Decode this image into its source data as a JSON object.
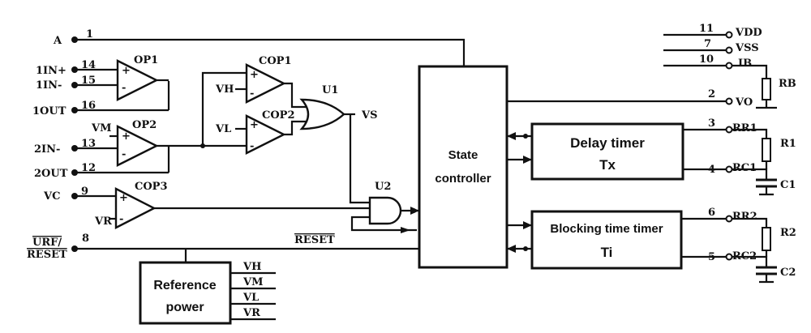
{
  "pins": {
    "a": {
      "label": "A",
      "num": "1"
    },
    "in1p": {
      "label": "1IN+",
      "num": "14"
    },
    "in1n": {
      "label": "1IN-",
      "num": "15"
    },
    "out1": {
      "label": "1OUT",
      "num": "16"
    },
    "in2n": {
      "label": "2IN-",
      "num": "13"
    },
    "out2": {
      "label": "2OUT",
      "num": "12"
    },
    "vc": {
      "label": "VC",
      "num": "9"
    },
    "urf": {
      "label_top": "URF/",
      "label_bottom": "RESET",
      "num": "8"
    },
    "vdd": {
      "label": "VDD",
      "num": "11"
    },
    "vss": {
      "label": "VSS",
      "num": "7"
    },
    "ib": {
      "label": "IB",
      "num": "10"
    },
    "vo": {
      "label": "VO",
      "num": "2"
    },
    "rr1": {
      "label": "RR1",
      "num": "3"
    },
    "rc1": {
      "label": "RC1",
      "num": "4"
    },
    "rr2": {
      "label": "RR2",
      "num": "6"
    },
    "rc2": {
      "label": "RC2",
      "num": "5"
    }
  },
  "amps": {
    "op1": "OP1",
    "op2": "OP2",
    "cop1": "COP1",
    "cop2": "COP2",
    "cop3": "COP3"
  },
  "signals": {
    "vm": "VM",
    "vh": "VH",
    "vl": "VL",
    "vr": "VR",
    "vs": "VS",
    "reset": "RESET"
  },
  "gates": {
    "u1": "U1",
    "u2": "U2"
  },
  "blocks": {
    "state_controller": {
      "line1": "State",
      "line2": "controller"
    },
    "delay_timer": {
      "line1": "Delay timer",
      "line2": "Tx"
    },
    "blocking_timer": {
      "line1": "Blocking time timer",
      "line2": "Ti"
    },
    "reference_power": {
      "line1": "Reference",
      "line2": "power"
    }
  },
  "ref_outputs": [
    "VH",
    "VM",
    "VL",
    "VR"
  ],
  "components": {
    "rb": "RB",
    "r1": "R1",
    "c1": "C1",
    "r2": "R2",
    "c2": "C2"
  },
  "opamp_symbols": {
    "plus": "+",
    "minus": "-"
  }
}
